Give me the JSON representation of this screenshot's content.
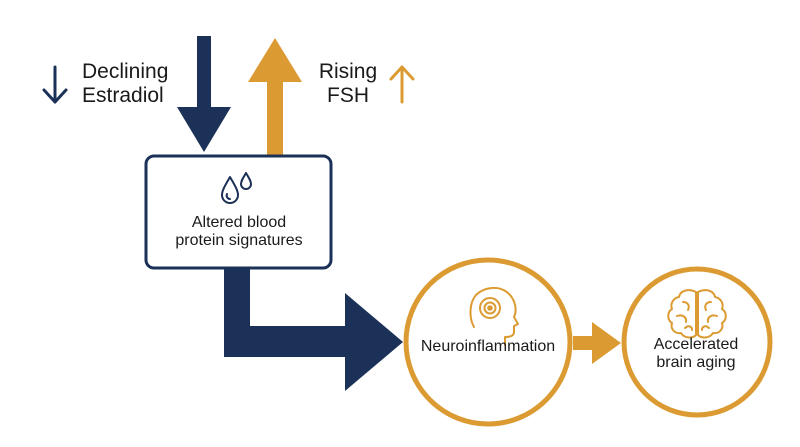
{
  "colors": {
    "navy": "#1c3158",
    "gold": "#db9b32"
  },
  "labels": {
    "declining_line1": "Declining",
    "declining_line2": "Estradiol",
    "rising_line1": "Rising",
    "rising_line2": "FSH",
    "box_line1": "Altered blood",
    "box_line2": "protein signatures",
    "neuro": "Neuroinflammation",
    "aging_line1": "Accelerated",
    "aging_line2": "brain aging"
  },
  "icons": {
    "declining": "arrow-down-icon",
    "rising": "arrow-up-icon",
    "box": "blood-drops-icon",
    "neuro": "head-inflammation-icon",
    "aging": "brain-icon"
  }
}
